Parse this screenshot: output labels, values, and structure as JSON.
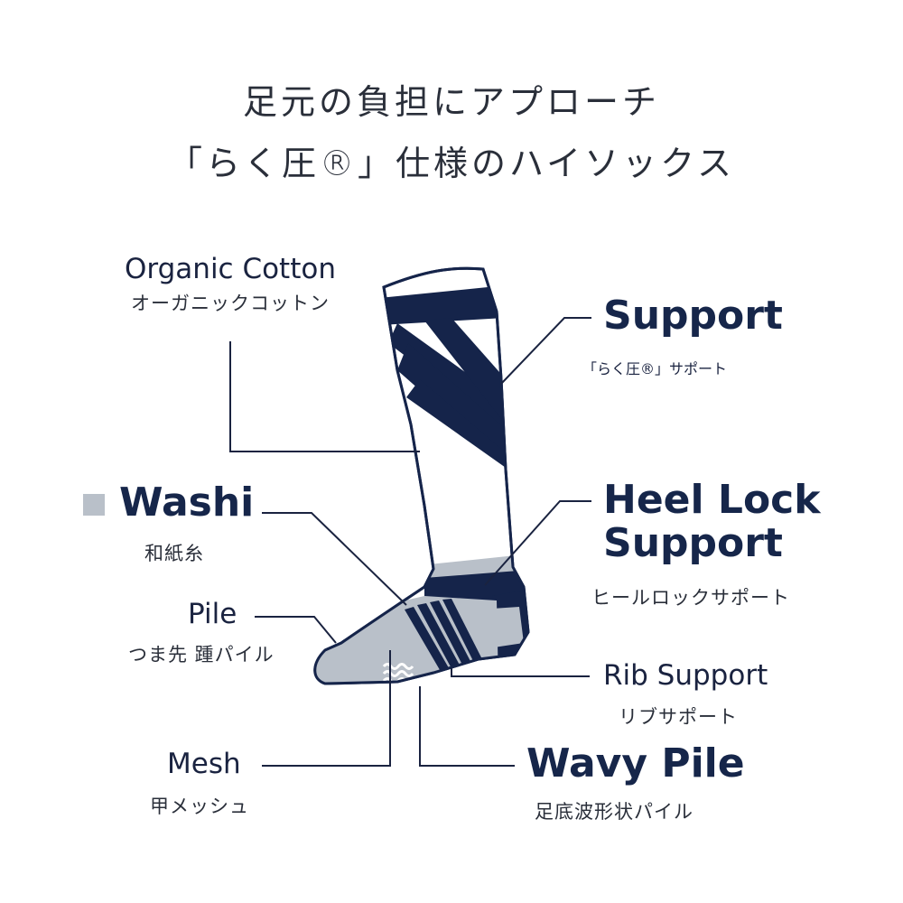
{
  "title": {
    "line1": "足元の負担にアプローチ",
    "line2": "「らく圧®」仕様のハイソックス"
  },
  "colors": {
    "navy": "#15244a",
    "gray": "#b9c0c9",
    "line": "#1a2340",
    "white": "#ffffff"
  },
  "labels": {
    "organic_cotton": {
      "en": "Organic Cotton",
      "jp": "オーガニックコットン"
    },
    "support": {
      "en": "Support",
      "jp": "「らく圧®」サポート"
    },
    "washi": {
      "en": "Washi",
      "jp": "和紙糸"
    },
    "heel_lock": {
      "en_line1": "Heel Lock",
      "en_line2": "Support",
      "jp": "ヒールロックサポート"
    },
    "pile": {
      "en": "Pile",
      "jp": "つま先 踵パイル"
    },
    "rib_support": {
      "en": "Rib Support",
      "jp": "リブサポート"
    },
    "mesh": {
      "en": "Mesh",
      "jp": "甲メッシュ"
    },
    "wavy_pile": {
      "en": "Wavy Pile",
      "jp": "足底波形状パイル"
    }
  }
}
